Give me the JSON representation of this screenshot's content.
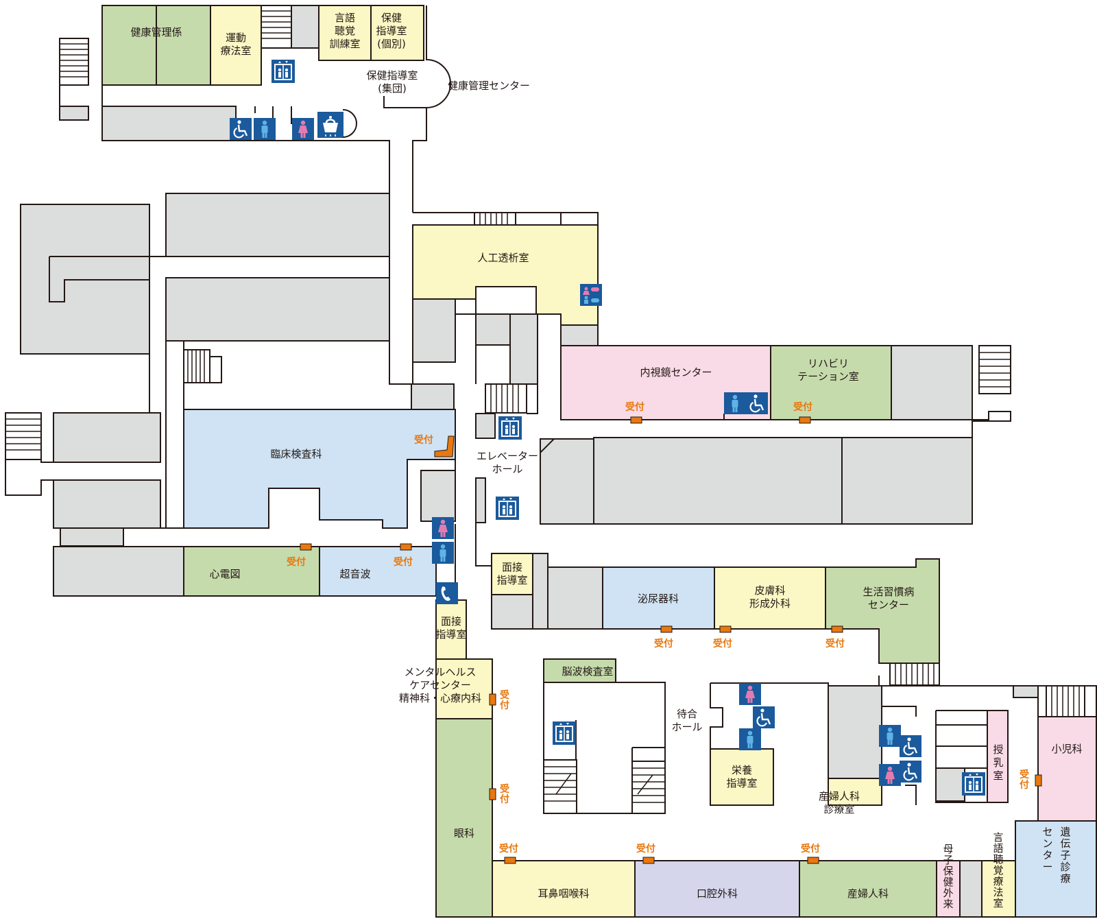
{
  "colors": {
    "gray": "#dcdddd",
    "yellow": "#fcf8c5",
    "green": "#c6dbac",
    "pink": "#f8dbe6",
    "blue": "#cfe3f4",
    "purple": "#d5d6ec",
    "reception": "#e8780f",
    "icon_bg": "#1b5a9c",
    "female": "#e47bb0",
    "male": "#5fb3e6"
  },
  "reception_label": "受付",
  "rooms": {
    "kenkokanrikakari": "健康管理係",
    "undoryoho": "運動\n療法室",
    "gengochokaku_kunren": "言語\n聴覚\n訓練室",
    "hokenshido_kobetsu": "保健\n指導室\n(個別)",
    "hokenshido_shudan": "保健指導室\n(集団)",
    "kenkokanri_center": "健康管理センター",
    "jinkotoseki": "人工透析室",
    "naishikyo": "内視鏡センター",
    "rehabilitation": "リハビリ\nテーション室",
    "rinsho_kensa": "臨床検査科",
    "elevator_hall": "エレベーター\nホール",
    "shindenzu": "心電図",
    "choonpa": "超音波",
    "mensetsu1": "面接\n指導室",
    "mensetsu2": "面接\n指導室",
    "hinyoki": "泌尿器科",
    "hifuka": "皮膚科\n形成外科",
    "seikatsu": "生活習慣病\nセンター",
    "mental": "メンタルヘルス\nケアセンター\n精神科・心療内科",
    "noha": "脳波検査室",
    "machiai": "待合\nホール",
    "eiyo": "栄養\n指導室",
    "sanfujinka_shinryo": "産婦人科\n診療室",
    "junyu": "授\n乳\n室",
    "shonika": "小児科",
    "idenshi": "遺伝子診療\nセンター",
    "ganka": "眼科",
    "jibi": "耳鼻咽喉科",
    "koku": "口腔外科",
    "sanfujinka": "産婦人科",
    "boshi": "母子保健外来",
    "gengo_ryoho": "言語聴覚療法室"
  },
  "icons": [
    "wheelchair-icon",
    "male-icon",
    "female-icon",
    "elevator-icon",
    "nursing-room-icon",
    "restroom-icon",
    "telephone-icon",
    "stairs-icon"
  ]
}
